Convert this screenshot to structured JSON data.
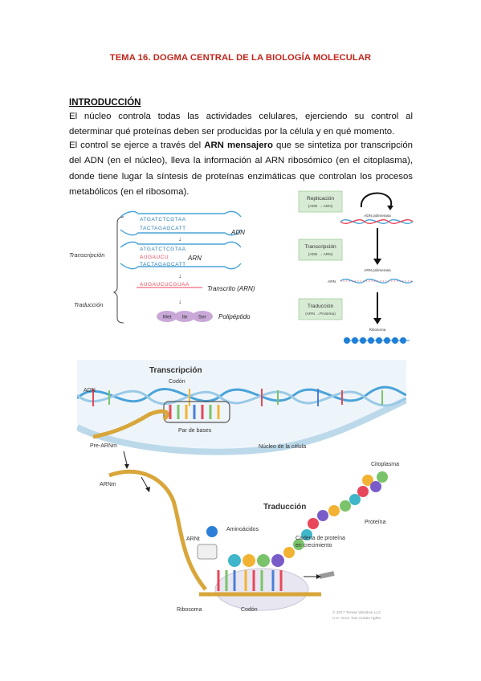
{
  "title": "TEMA 16. DOGMA CENTRAL DE LA BIOLOGÍA MOLECULAR",
  "section_heading": "INTRODUCCIÓN",
  "paragraph1": "El núcleo controla todas las actividades celulares, ejerciendo su control al determinar qué proteínas deben ser producidas por la célula y en qué momento.",
  "paragraph2": {
    "before": "El control se ejerce a través del ",
    "bold": "ARN mensajero",
    "after": " que se sintetiza por transcripción del ADN (en el núcleo), lleva la información al ARN ribosómico (en el citoplasma), donde tiene lugar la síntesis de proteínas enzimáticas que controlan los procesos metabólicos (en el ribosoma)."
  },
  "figure_left": {
    "dna_top": "ATGATCTCGTAA",
    "dna_bottom": "TACTAGAGCATT",
    "dna_label": "ADN",
    "rna_strand": "AUGAUCU",
    "arn_label": "ARN",
    "transcript": "AUGAUCUCGUAA",
    "transcript_label": "Transcrito (ARN)",
    "amino_acids": [
      "Met",
      "Ile",
      "Ser"
    ],
    "polypeptide_label": "Polipéptido",
    "label_transcription": "Transcripción",
    "label_translation": "Traducción"
  },
  "figure_right": {
    "steps": [
      {
        "title": "Replicación",
        "sub": "(ADN → ADN)"
      },
      {
        "title": "Transcripción",
        "sub": "(ADN → ARN)"
      },
      {
        "title": "Traducción",
        "sub": "(ARN →Proteína)"
      }
    ],
    "label_adn_pol": "ADN polimerasa",
    "label_arn_pol": "ARN polimerasa",
    "label_arn": "ARN",
    "label_ribosoma": "Ribosoma"
  },
  "figure_bottom": {
    "transcripcion": "Transcripción",
    "codon_top": "Codón",
    "adn": "ADN",
    "par_de_bases": "Par de bases",
    "pre_arnm": "Pre-ARNm",
    "nucleo": "Núcleo de la célula",
    "citoplasma": "Citoplasma",
    "arnm": "ARNm",
    "traduccion": "Traducción",
    "arnt": "ARNt",
    "aminoacidos": "Aminoácidos",
    "proteina": "Proteína",
    "cadena": "Cadena de proteína",
    "cadena2": "en crecimiento",
    "ribosoma": "Ribosoma",
    "codon_bottom": "Codón",
    "copyright1": "© 2017 Terese Winslow LLC",
    "copyright2": "U.S. Govt. has certain rights"
  },
  "colors": {
    "title": "#c0261c",
    "dna_blue": "#4aa3d8",
    "rna_red": "#e8465a",
    "green_box": "#d8ecd5",
    "membrane": "#cfe6f2",
    "mrna_gold": "#d8a63a"
  }
}
